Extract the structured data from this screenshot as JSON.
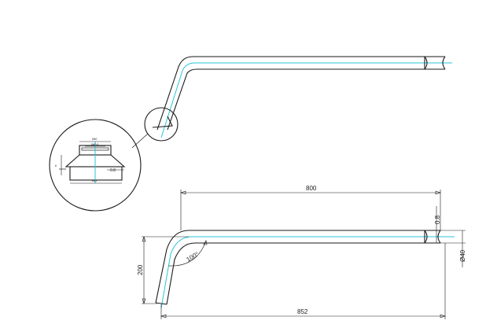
{
  "dimensions": {
    "length_top": "800",
    "wall_thickness": "0.8",
    "height": "200",
    "bend_angle": "100°",
    "diameter": "Ø40",
    "length_total": "852"
  },
  "detail": {
    "top_width": "Ø40",
    "inner_width": "Ø40.8",
    "height_small": "6",
    "wall": "0.8",
    "bottom_width": "Ø44"
  },
  "colors": {
    "outline": "#1a1a1a",
    "centerline": "#29c5d8"
  }
}
